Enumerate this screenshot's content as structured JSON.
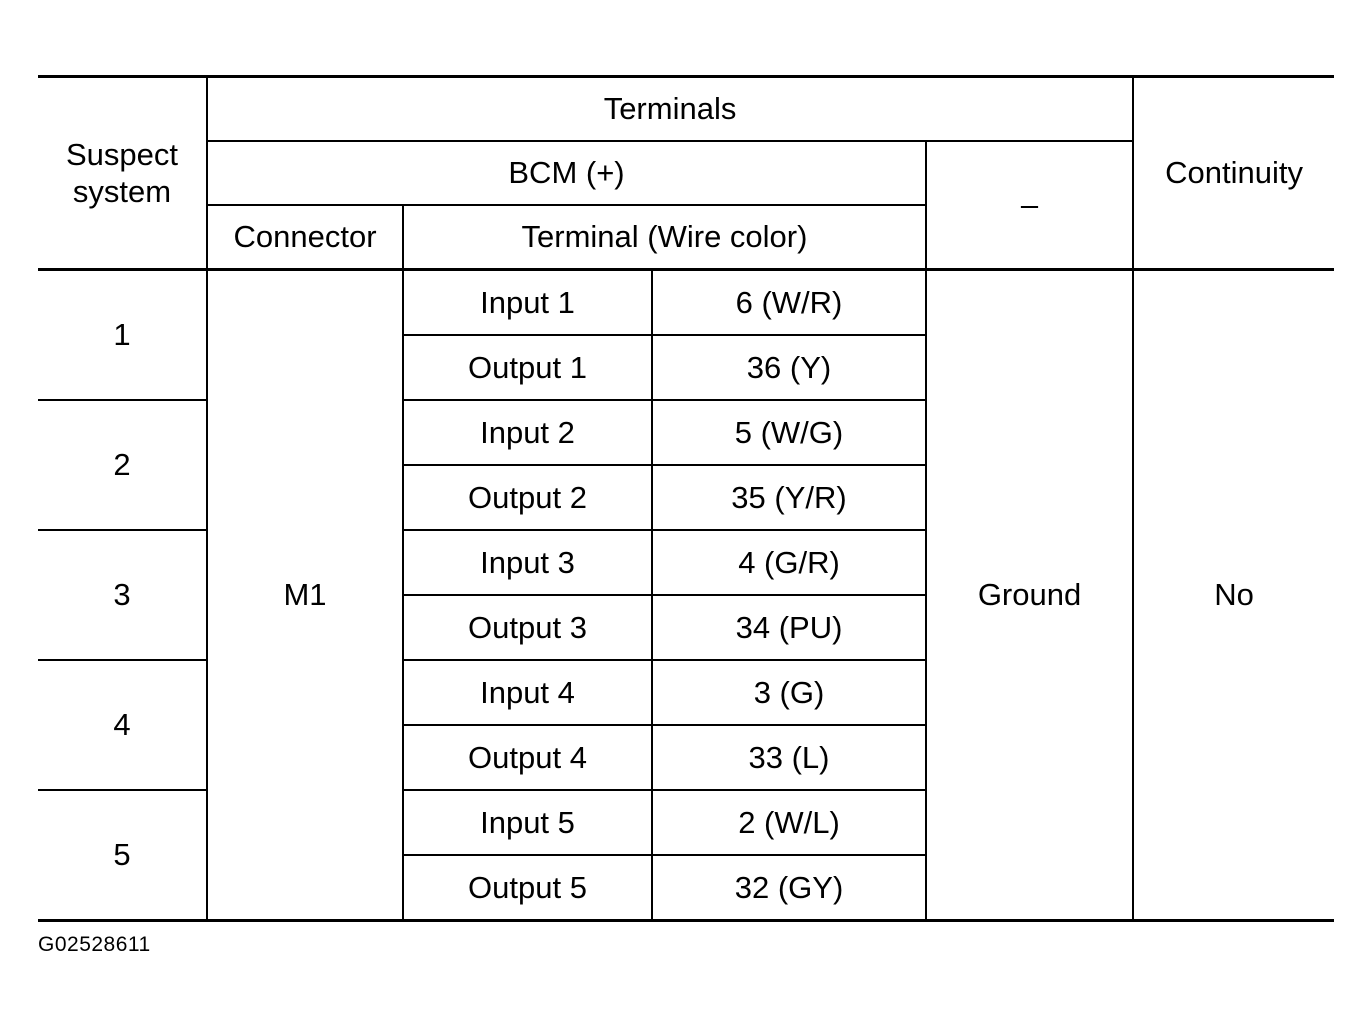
{
  "header": {
    "suspect_system_line1": "Suspect",
    "suspect_system_line2": "system",
    "terminals": "Terminals",
    "bcm": "BCM (+)",
    "minus": "–",
    "continuity": "Continuity",
    "connector": "Connector",
    "terminal_wire_color": "Terminal (Wire color)"
  },
  "connector_value": "M1",
  "ground_value": "Ground",
  "continuity_value": "No",
  "systems": [
    "1",
    "2",
    "3",
    "4",
    "5"
  ],
  "rows": [
    {
      "signal": "Input 1",
      "terminal": "6 (W/R)"
    },
    {
      "signal": "Output 1",
      "terminal": "36 (Y)"
    },
    {
      "signal": "Input 2",
      "terminal": "5 (W/G)"
    },
    {
      "signal": "Output 2",
      "terminal": "35 (Y/R)"
    },
    {
      "signal": "Input 3",
      "terminal": "4 (G/R)"
    },
    {
      "signal": "Output 3",
      "terminal": "34 (PU)"
    },
    {
      "signal": "Input 4",
      "terminal": "3 (G)"
    },
    {
      "signal": "Output 4",
      "terminal": "33 (L)"
    },
    {
      "signal": "Input 5",
      "terminal": "2 (W/L)"
    },
    {
      "signal": "Output 5",
      "terminal": "32 (GY)"
    }
  ],
  "figure_id": "G02528611"
}
